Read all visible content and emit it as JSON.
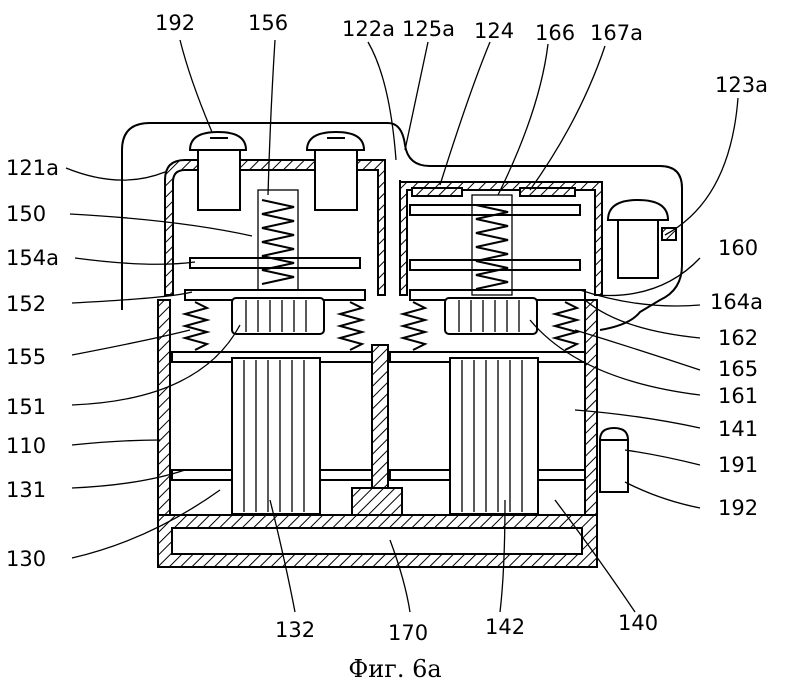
{
  "labels": {
    "l192a": "192",
    "l156": "156",
    "l122a": "122a",
    "l125a": "125a",
    "l124": "124",
    "l166": "166",
    "l167a": "167a",
    "l123a": "123a",
    "l121a": "121a",
    "l150": "150",
    "l154a": "154a",
    "l160": "160",
    "l152": "152",
    "l164a": "164a",
    "l162": "162",
    "l155": "155",
    "l165": "165",
    "l151": "151",
    "l161": "161",
    "l141": "141",
    "l110": "110",
    "l191": "191",
    "l131": "131",
    "l192b": "192",
    "l130": "130",
    "l132": "132",
    "l170": "170",
    "l142": "142",
    "l140": "140"
  },
  "caption": "Фиг. 6a"
}
